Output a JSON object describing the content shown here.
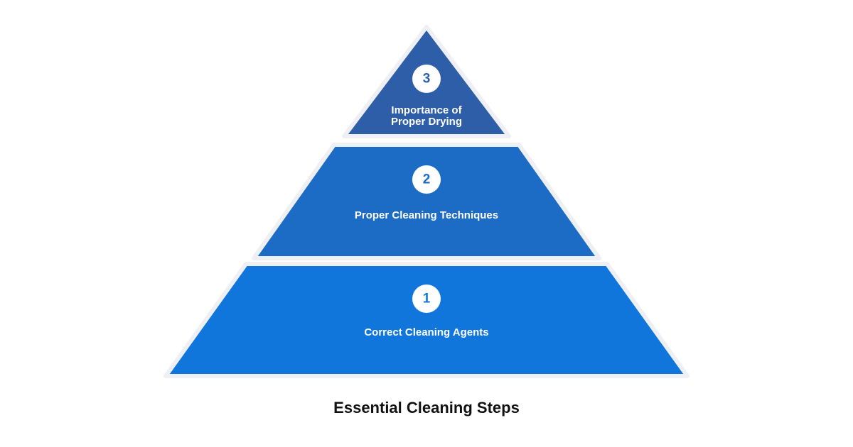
{
  "diagram": {
    "caption": "Essential Cleaning Steps",
    "tiers": [
      {
        "level": "3",
        "label_lines": [
          "Importance of",
          "Proper Drying"
        ],
        "fill": "#2d5ea7",
        "number_color": "#2d5ea7"
      },
      {
        "level": "2",
        "label_lines": [
          "Proper Cleaning Techniques"
        ],
        "fill": "#1c6bc5",
        "number_color": "#1c6bc5"
      },
      {
        "level": "1",
        "label_lines": [
          "Correct Cleaning Agents"
        ],
        "fill": "#1176dc",
        "number_color": "#1176dc"
      }
    ]
  }
}
